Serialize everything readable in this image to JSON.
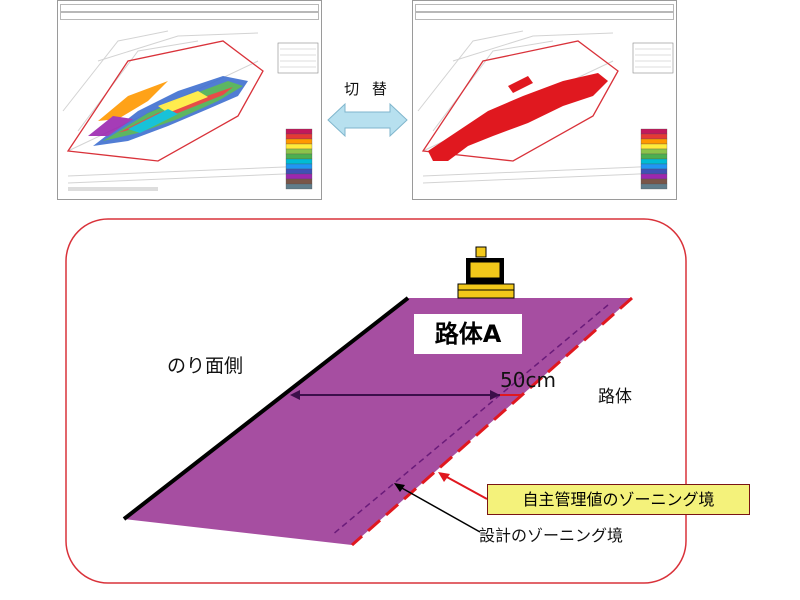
{
  "switch": {
    "label": "切 替"
  },
  "diagram": {
    "road_a_label": "路体A",
    "slope_side_label": "のり面側",
    "road_label": "路体",
    "distance_label": "50cm",
    "self_zone_label": "自主管理値のゾーニング境",
    "design_zone_label": "設計のゾーニング境"
  },
  "colors": {
    "frame_border": "#d9323a",
    "embankment_fill": "#a64ea1",
    "zone_box_fill": "#f4f27b",
    "legend_colors": [
      "#c2185b",
      "#e53935",
      "#ff9800",
      "#ffeb3b",
      "#8bc34a",
      "#4caf50",
      "#00bcd4",
      "#2196f3",
      "#3f51b5",
      "#9c27b0",
      "#795548",
      "#607d8b"
    ],
    "switch_arrow": "#b7e0ef"
  }
}
